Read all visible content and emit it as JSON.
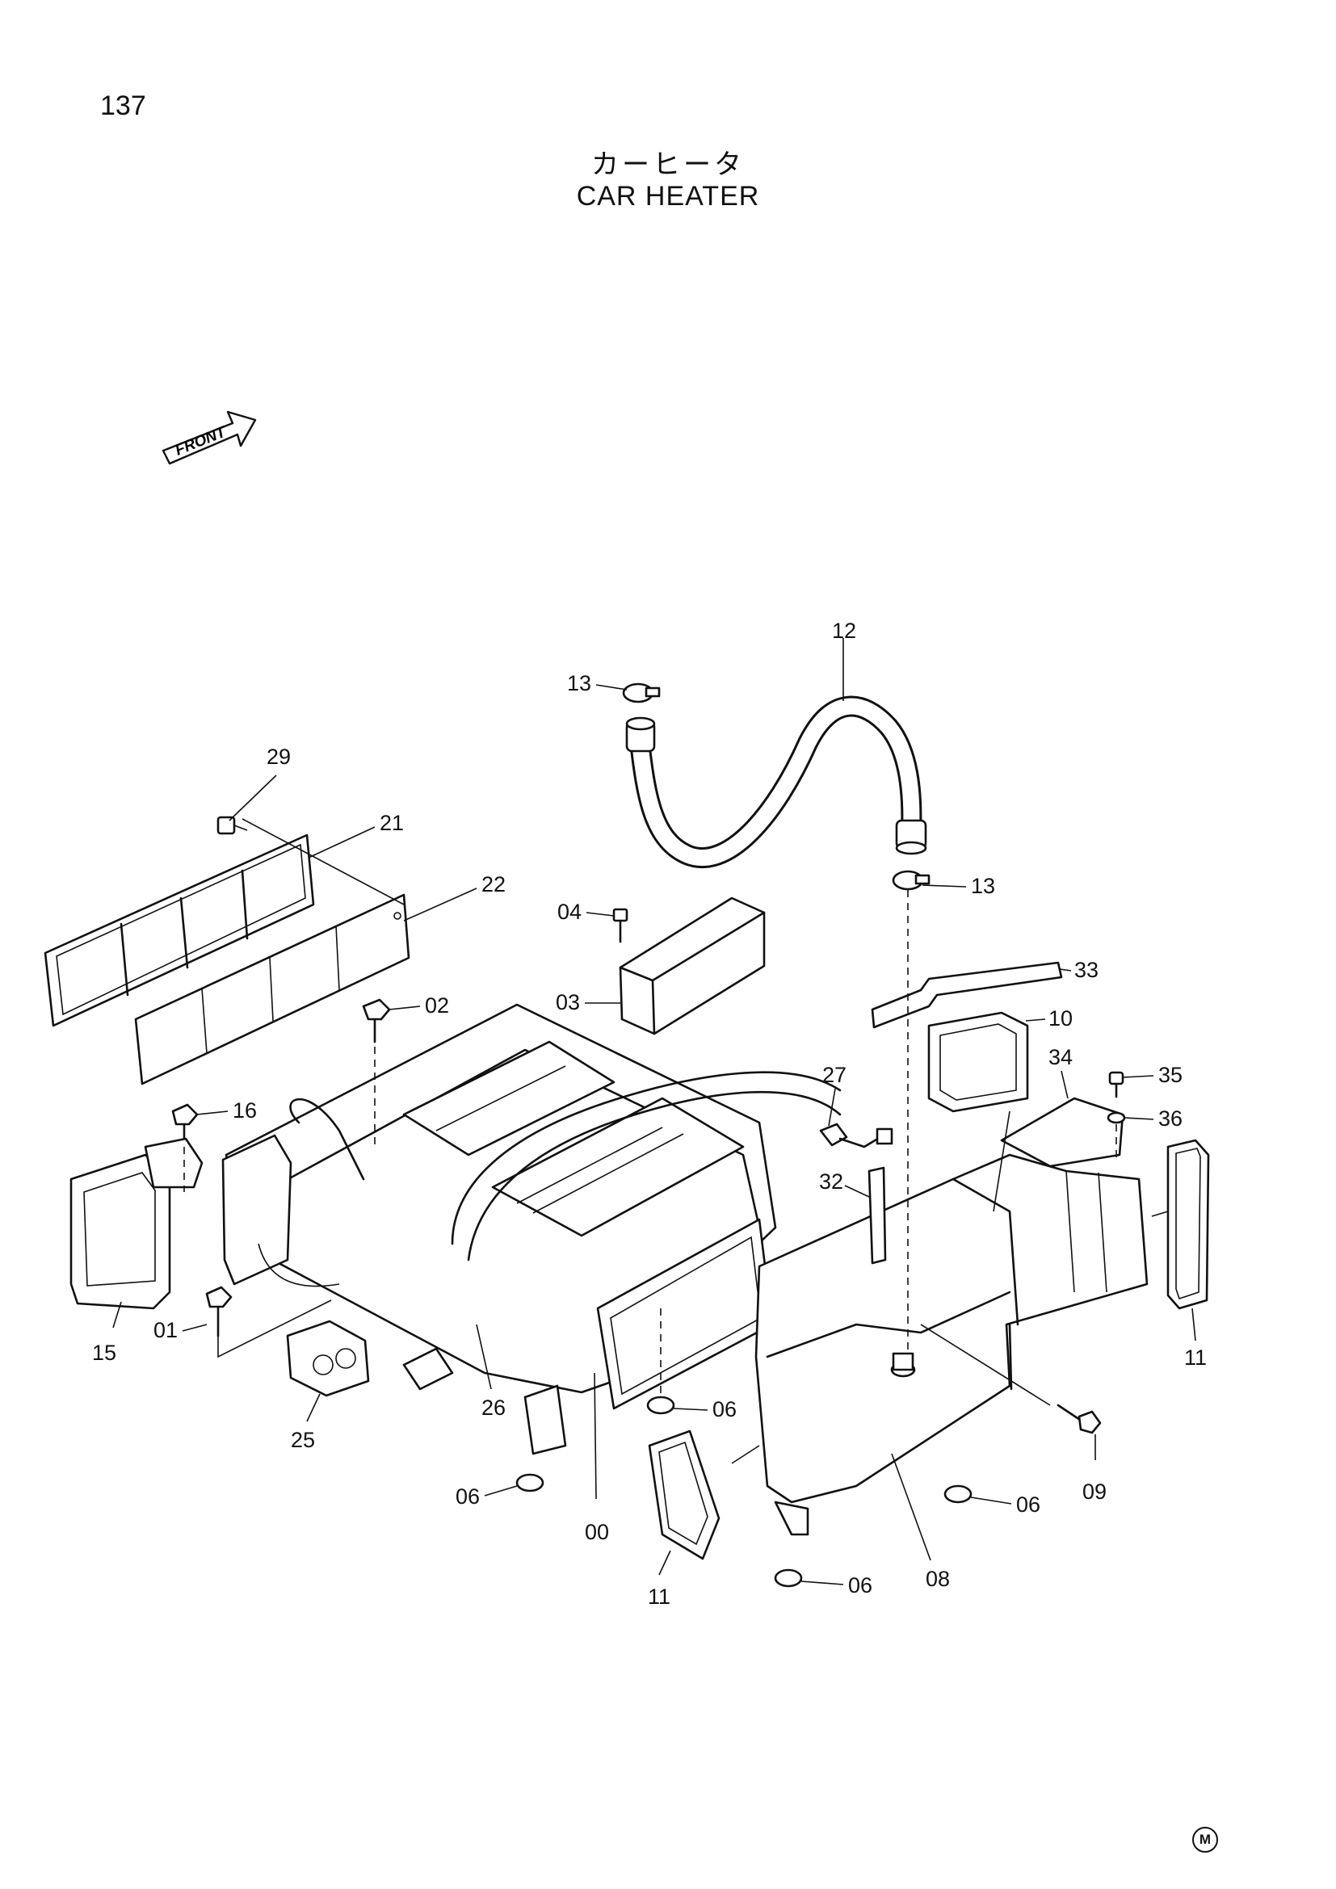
{
  "page": {
    "number": "137",
    "title_jp": "カーヒータ",
    "title_en": "CAR HEATER",
    "front_label": "FRONT",
    "corner_mark": "M"
  },
  "callouts": [
    {
      "id": "12",
      "part": "heater hose"
    },
    {
      "id": "13",
      "part": "hose clamp upper"
    },
    {
      "id": "13",
      "part": "hose clamp lower"
    },
    {
      "id": "29",
      "part": "screw"
    },
    {
      "id": "21",
      "part": "filter frame"
    },
    {
      "id": "22",
      "part": "filter element"
    },
    {
      "id": "04",
      "part": "screw"
    },
    {
      "id": "03",
      "part": "cover box"
    },
    {
      "id": "02",
      "part": "bolt"
    },
    {
      "id": "16",
      "part": "bolt"
    },
    {
      "id": "33",
      "part": "bracket strip"
    },
    {
      "id": "10",
      "part": "gasket"
    },
    {
      "id": "34",
      "part": "cover"
    },
    {
      "id": "35",
      "part": "screw"
    },
    {
      "id": "36",
      "part": "washer"
    },
    {
      "id": "27",
      "part": "harness connector"
    },
    {
      "id": "32",
      "part": "seal strip"
    },
    {
      "id": "11",
      "part": "gasket right"
    },
    {
      "id": "15",
      "part": "outlet duct"
    },
    {
      "id": "01",
      "part": "bolt"
    },
    {
      "id": "26",
      "part": "hose"
    },
    {
      "id": "25",
      "part": "grommet"
    },
    {
      "id": "00",
      "part": "heater unit"
    },
    {
      "id": "06",
      "part": "mount rubber center"
    },
    {
      "id": "06",
      "part": "mount rubber left"
    },
    {
      "id": "09",
      "part": "bolt"
    },
    {
      "id": "06",
      "part": "mount rubber right"
    },
    {
      "id": "08",
      "part": "duct assembly"
    },
    {
      "id": "11",
      "part": "gasket bottom"
    },
    {
      "id": "06",
      "part": "mount rubber bottom"
    }
  ]
}
